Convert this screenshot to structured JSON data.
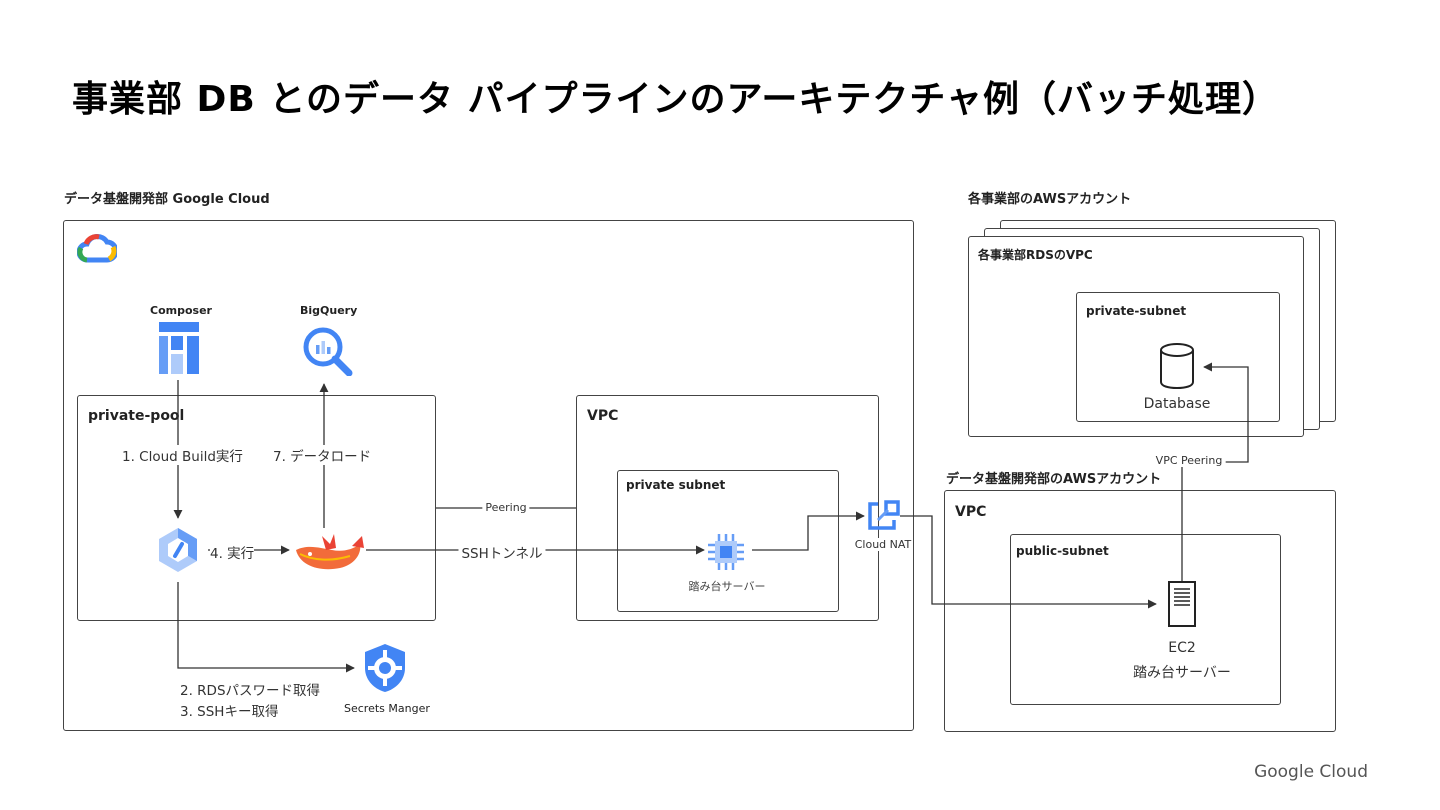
{
  "title": "事業部 DB とのデータ パイプラインのアーキテクチャ例（バッチ処理）",
  "gcp": {
    "section_label": "データ基盤開発部 Google Cloud",
    "composer_label": "Composer",
    "bigquery_label": "BigQuery",
    "private_pool_label": "private-pool",
    "vpc_label": "VPC",
    "private_subnet_label": "private subnet",
    "bastion_label": "踏み台サーバー",
    "cloud_nat_label": "Cloud NAT",
    "secrets_label": "Secrets Manger"
  },
  "aws_business": {
    "section_label": "各事業部のAWSアカウント",
    "rds_vpc_label": "各事業部RDSのVPC",
    "private_subnet_label": "private-subnet",
    "database_label": "Database"
  },
  "aws_data": {
    "section_label": "データ基盤開発部のAWSアカウント",
    "vpc_label": "VPC",
    "public_subnet_label": "public-subnet",
    "ec2_label": "EC2",
    "bastion_label": "踏み台サーバー"
  },
  "edges": {
    "step1": "1. Cloud Build実行",
    "step7": "7. データロード",
    "step4": "4. 実行",
    "step2": "2. RDSパスワード取得",
    "step3": "3. SSHキー取得",
    "peering": "Peering",
    "ssh_tunnel": "SSHトンネル",
    "vpc_peering": "VPC Peering"
  },
  "footer": "Google Cloud",
  "colors": {
    "google_blue": "#4285F4",
    "google_red": "#EA4335",
    "google_yellow": "#FBBC04",
    "google_green": "#34A853",
    "box_border": "#444444",
    "arrow": "#333333"
  }
}
